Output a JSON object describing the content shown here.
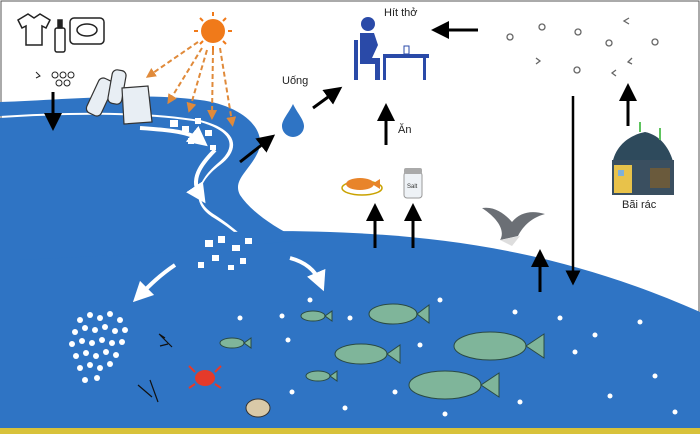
{
  "labels": {
    "breathe": "Hít thở",
    "drink": "Uống",
    "eat": "Ăn",
    "landfill": "Bãi rác",
    "salt": "Salt"
  },
  "colors": {
    "water": "#2f74c4",
    "sun": "#f07a1a",
    "rays": "#e08a3a",
    "person": "#2a4aa8",
    "fish": "#7fb59a",
    "arrow": "#000000",
    "bottom_strip": "#d8c23a"
  }
}
